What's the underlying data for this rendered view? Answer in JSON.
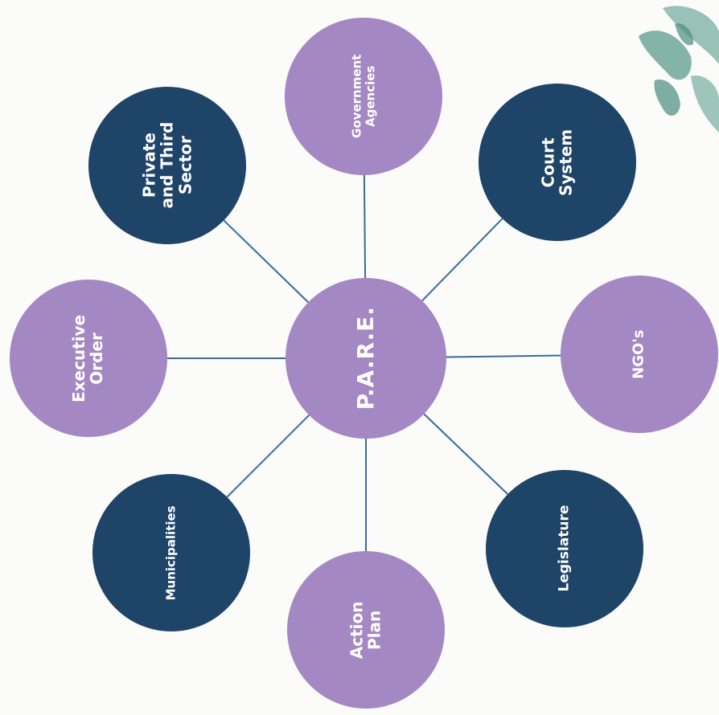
{
  "diagram": {
    "center": {
      "label": "P.A.R.E.",
      "style": "light"
    },
    "nodes": [
      {
        "key": "government",
        "label": "Government\nAgencies",
        "style": "light"
      },
      {
        "key": "court",
        "label": "Court\nSystem",
        "style": "dark"
      },
      {
        "key": "ngos",
        "label": "NGO's",
        "style": "light"
      },
      {
        "key": "legislature",
        "label": "Legislature",
        "style": "dark"
      },
      {
        "key": "action-plan",
        "label": "Action\nPlan",
        "style": "light"
      },
      {
        "key": "municipalities",
        "label": "Municipalities",
        "style": "dark"
      },
      {
        "key": "executive-order",
        "label": "Executive\nOrder",
        "style": "light"
      },
      {
        "key": "private-third",
        "label": "Private\nand Third\nSector",
        "style": "dark"
      }
    ]
  },
  "colors": {
    "light_node": "#a488c4",
    "dark_node": "#1e4468",
    "connector": "#3a6a9a",
    "label_text": "#ffffff",
    "background": "#fbfbf9",
    "leaf": "#6fa79a"
  }
}
